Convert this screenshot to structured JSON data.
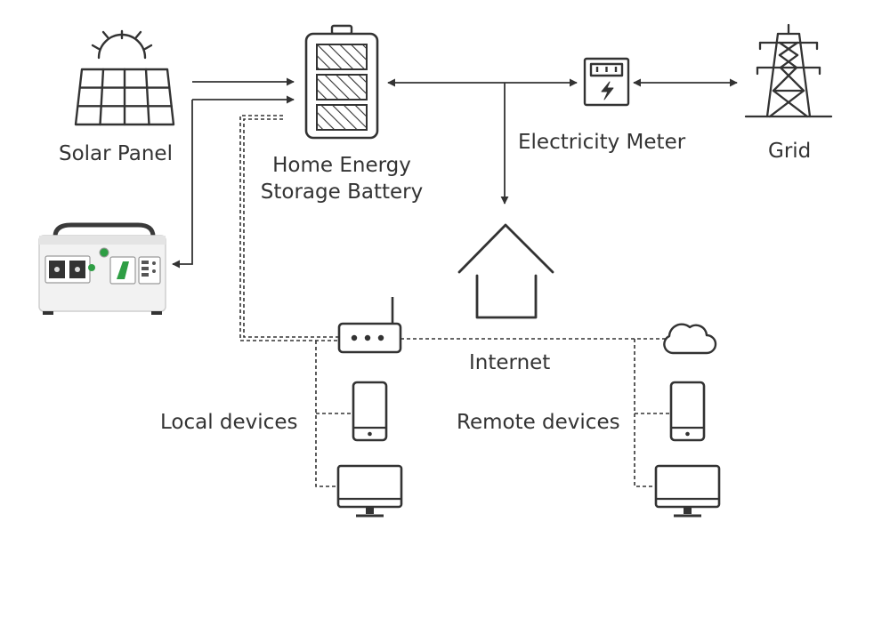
{
  "colors": {
    "stroke": "#333333",
    "accent_green": "#2e9e44",
    "background": "#ffffff",
    "station_body": "#f2f2f2"
  },
  "labels": {
    "solar_panel": "Solar Panel",
    "battery_line1": "Home Energy",
    "battery_line2": "Storage Battery",
    "electricity_meter": "Electricity Meter",
    "grid": "Grid",
    "internet": "Internet",
    "local_devices": "Local devices",
    "remote_devices": "Remote devices"
  },
  "nodes": [
    {
      "id": "solar-panel",
      "icon": "solar-panel-icon"
    },
    {
      "id": "portable-power-station",
      "icon": "power-station-image"
    },
    {
      "id": "battery",
      "icon": "battery-icon"
    },
    {
      "id": "electricity-meter",
      "icon": "electricity-meter-icon"
    },
    {
      "id": "grid",
      "icon": "transmission-tower-icon"
    },
    {
      "id": "house",
      "icon": "house-icon"
    },
    {
      "id": "router",
      "icon": "router-icon"
    },
    {
      "id": "cloud",
      "icon": "cloud-icon"
    },
    {
      "id": "local-phone",
      "icon": "smartphone-icon"
    },
    {
      "id": "local-monitor",
      "icon": "monitor-icon"
    },
    {
      "id": "remote-phone",
      "icon": "smartphone-icon"
    },
    {
      "id": "remote-monitor",
      "icon": "monitor-icon"
    }
  ],
  "edges": [
    {
      "from": "solar-panel",
      "to": "battery",
      "style": "solid",
      "arrow": "forward"
    },
    {
      "from": "portable-power-station",
      "to": "battery",
      "style": "solid",
      "arrow": "both"
    },
    {
      "from": "battery",
      "to": "electricity-meter",
      "style": "solid",
      "arrow": "both"
    },
    {
      "from": "electricity-meter",
      "to": "grid",
      "style": "solid",
      "arrow": "both"
    },
    {
      "from": "battery",
      "to": "house",
      "style": "solid",
      "arrow": "forward"
    },
    {
      "from": "battery",
      "to": "router",
      "style": "dashed",
      "arrow": "none"
    },
    {
      "from": "router",
      "to": "cloud",
      "style": "dashed",
      "arrow": "none"
    },
    {
      "from": "router",
      "to": "local-phone",
      "style": "dashed",
      "arrow": "none"
    },
    {
      "from": "router",
      "to": "local-monitor",
      "style": "dashed",
      "arrow": "none"
    },
    {
      "from": "cloud",
      "to": "remote-phone",
      "style": "dashed",
      "arrow": "none"
    },
    {
      "from": "cloud",
      "to": "remote-monitor",
      "style": "dashed",
      "arrow": "none"
    }
  ]
}
